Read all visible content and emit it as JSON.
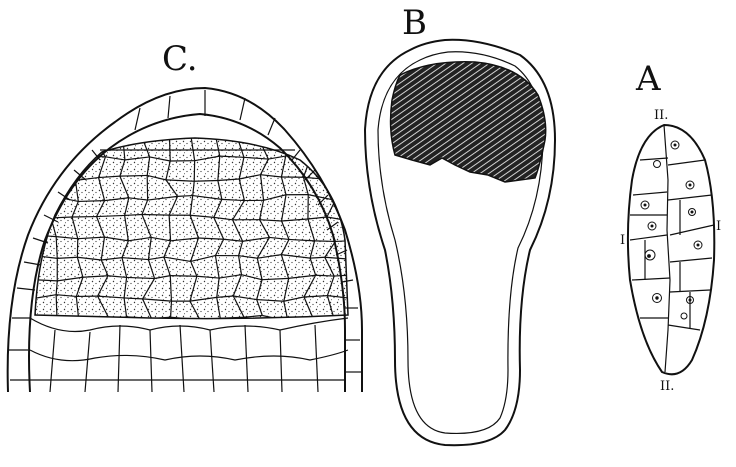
{
  "panels": {
    "c": {
      "label": "C."
    },
    "b": {
      "label": "B"
    },
    "a": {
      "label": "A",
      "marks": {
        "top": "II.",
        "bottom": "II.",
        "left": "I",
        "right": "I"
      }
    }
  },
  "colors": {
    "ink": "#111111",
    "paper": "#ffffff",
    "stipple": "#333333"
  }
}
